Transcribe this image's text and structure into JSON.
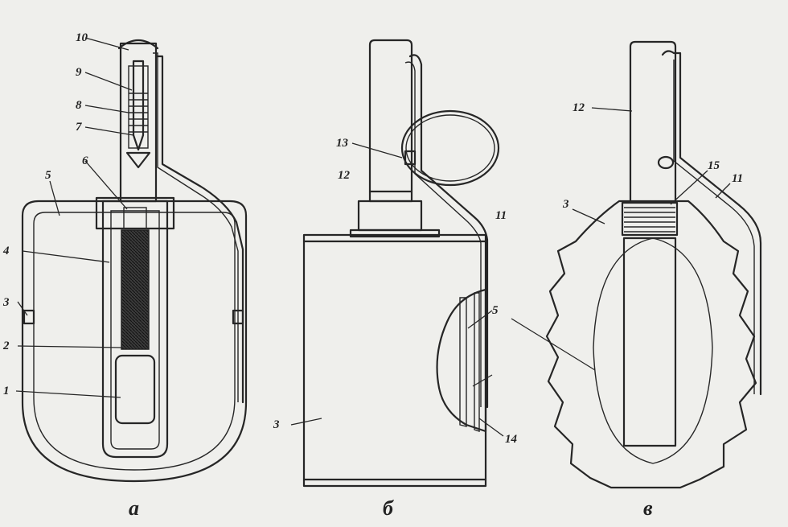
{
  "figure": {
    "captions": {
      "a": "а",
      "b": "б",
      "v": "в"
    },
    "labels": {
      "l1": "1",
      "l2": "2",
      "l3a": "3",
      "l4": "4",
      "l5a": "5",
      "l6": "6",
      "l7": "7",
      "l8": "8",
      "l9": "9",
      "l10": "10",
      "l13": "13",
      "l12b": "12",
      "l11b": "11",
      "l5b": "5",
      "l3b": "3",
      "l14": "14",
      "l12c": "12",
      "l15": "15",
      "l11c": "11",
      "l3c": "3"
    }
  }
}
